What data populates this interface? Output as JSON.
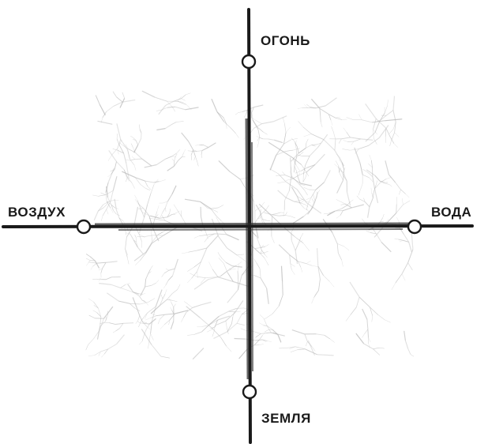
{
  "diagram": {
    "labels": {
      "top": "ОГОНЬ",
      "bottom": "ЗЕМЛЯ",
      "left": "ВОЗДУХ",
      "right": "ВОДА"
    },
    "colors": {
      "ink": "#1a1a1a",
      "texture": "#b8b8b8",
      "background": "#ffffff"
    }
  }
}
